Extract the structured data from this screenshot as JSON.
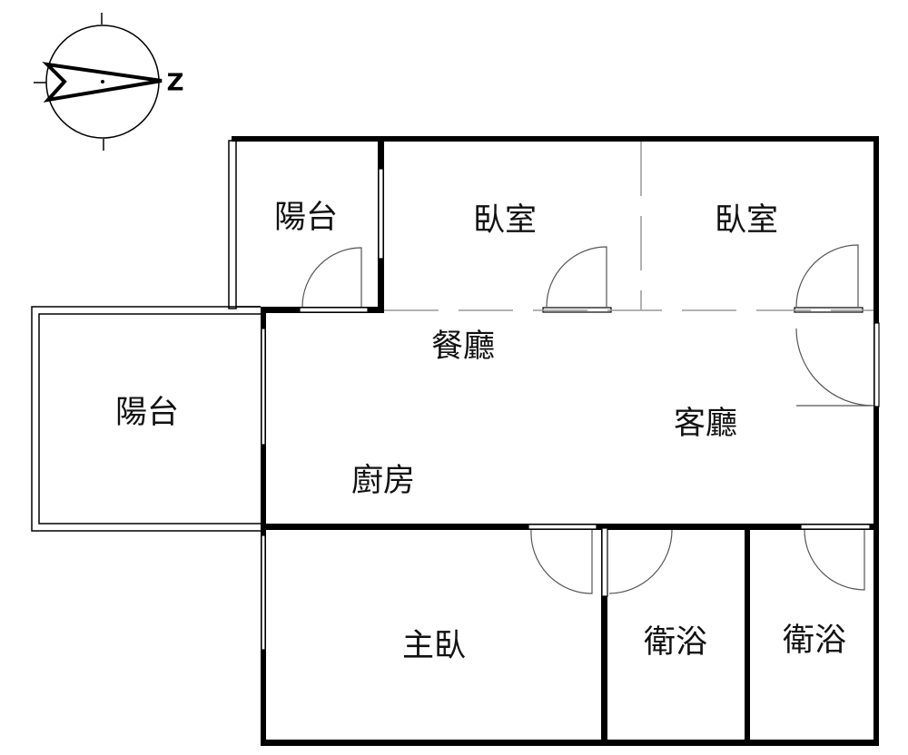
{
  "compass": {
    "north_label": "Z"
  },
  "rooms": {
    "balcony_top": "陽台",
    "bedroom_1": "臥室",
    "bedroom_2": "臥室",
    "dining": "餐廳",
    "balcony_left": "陽台",
    "living": "客廳",
    "kitchen": "廚房",
    "master_bedroom": "主臥",
    "bathroom_1": "衛浴",
    "bathroom_2": "衛浴"
  }
}
